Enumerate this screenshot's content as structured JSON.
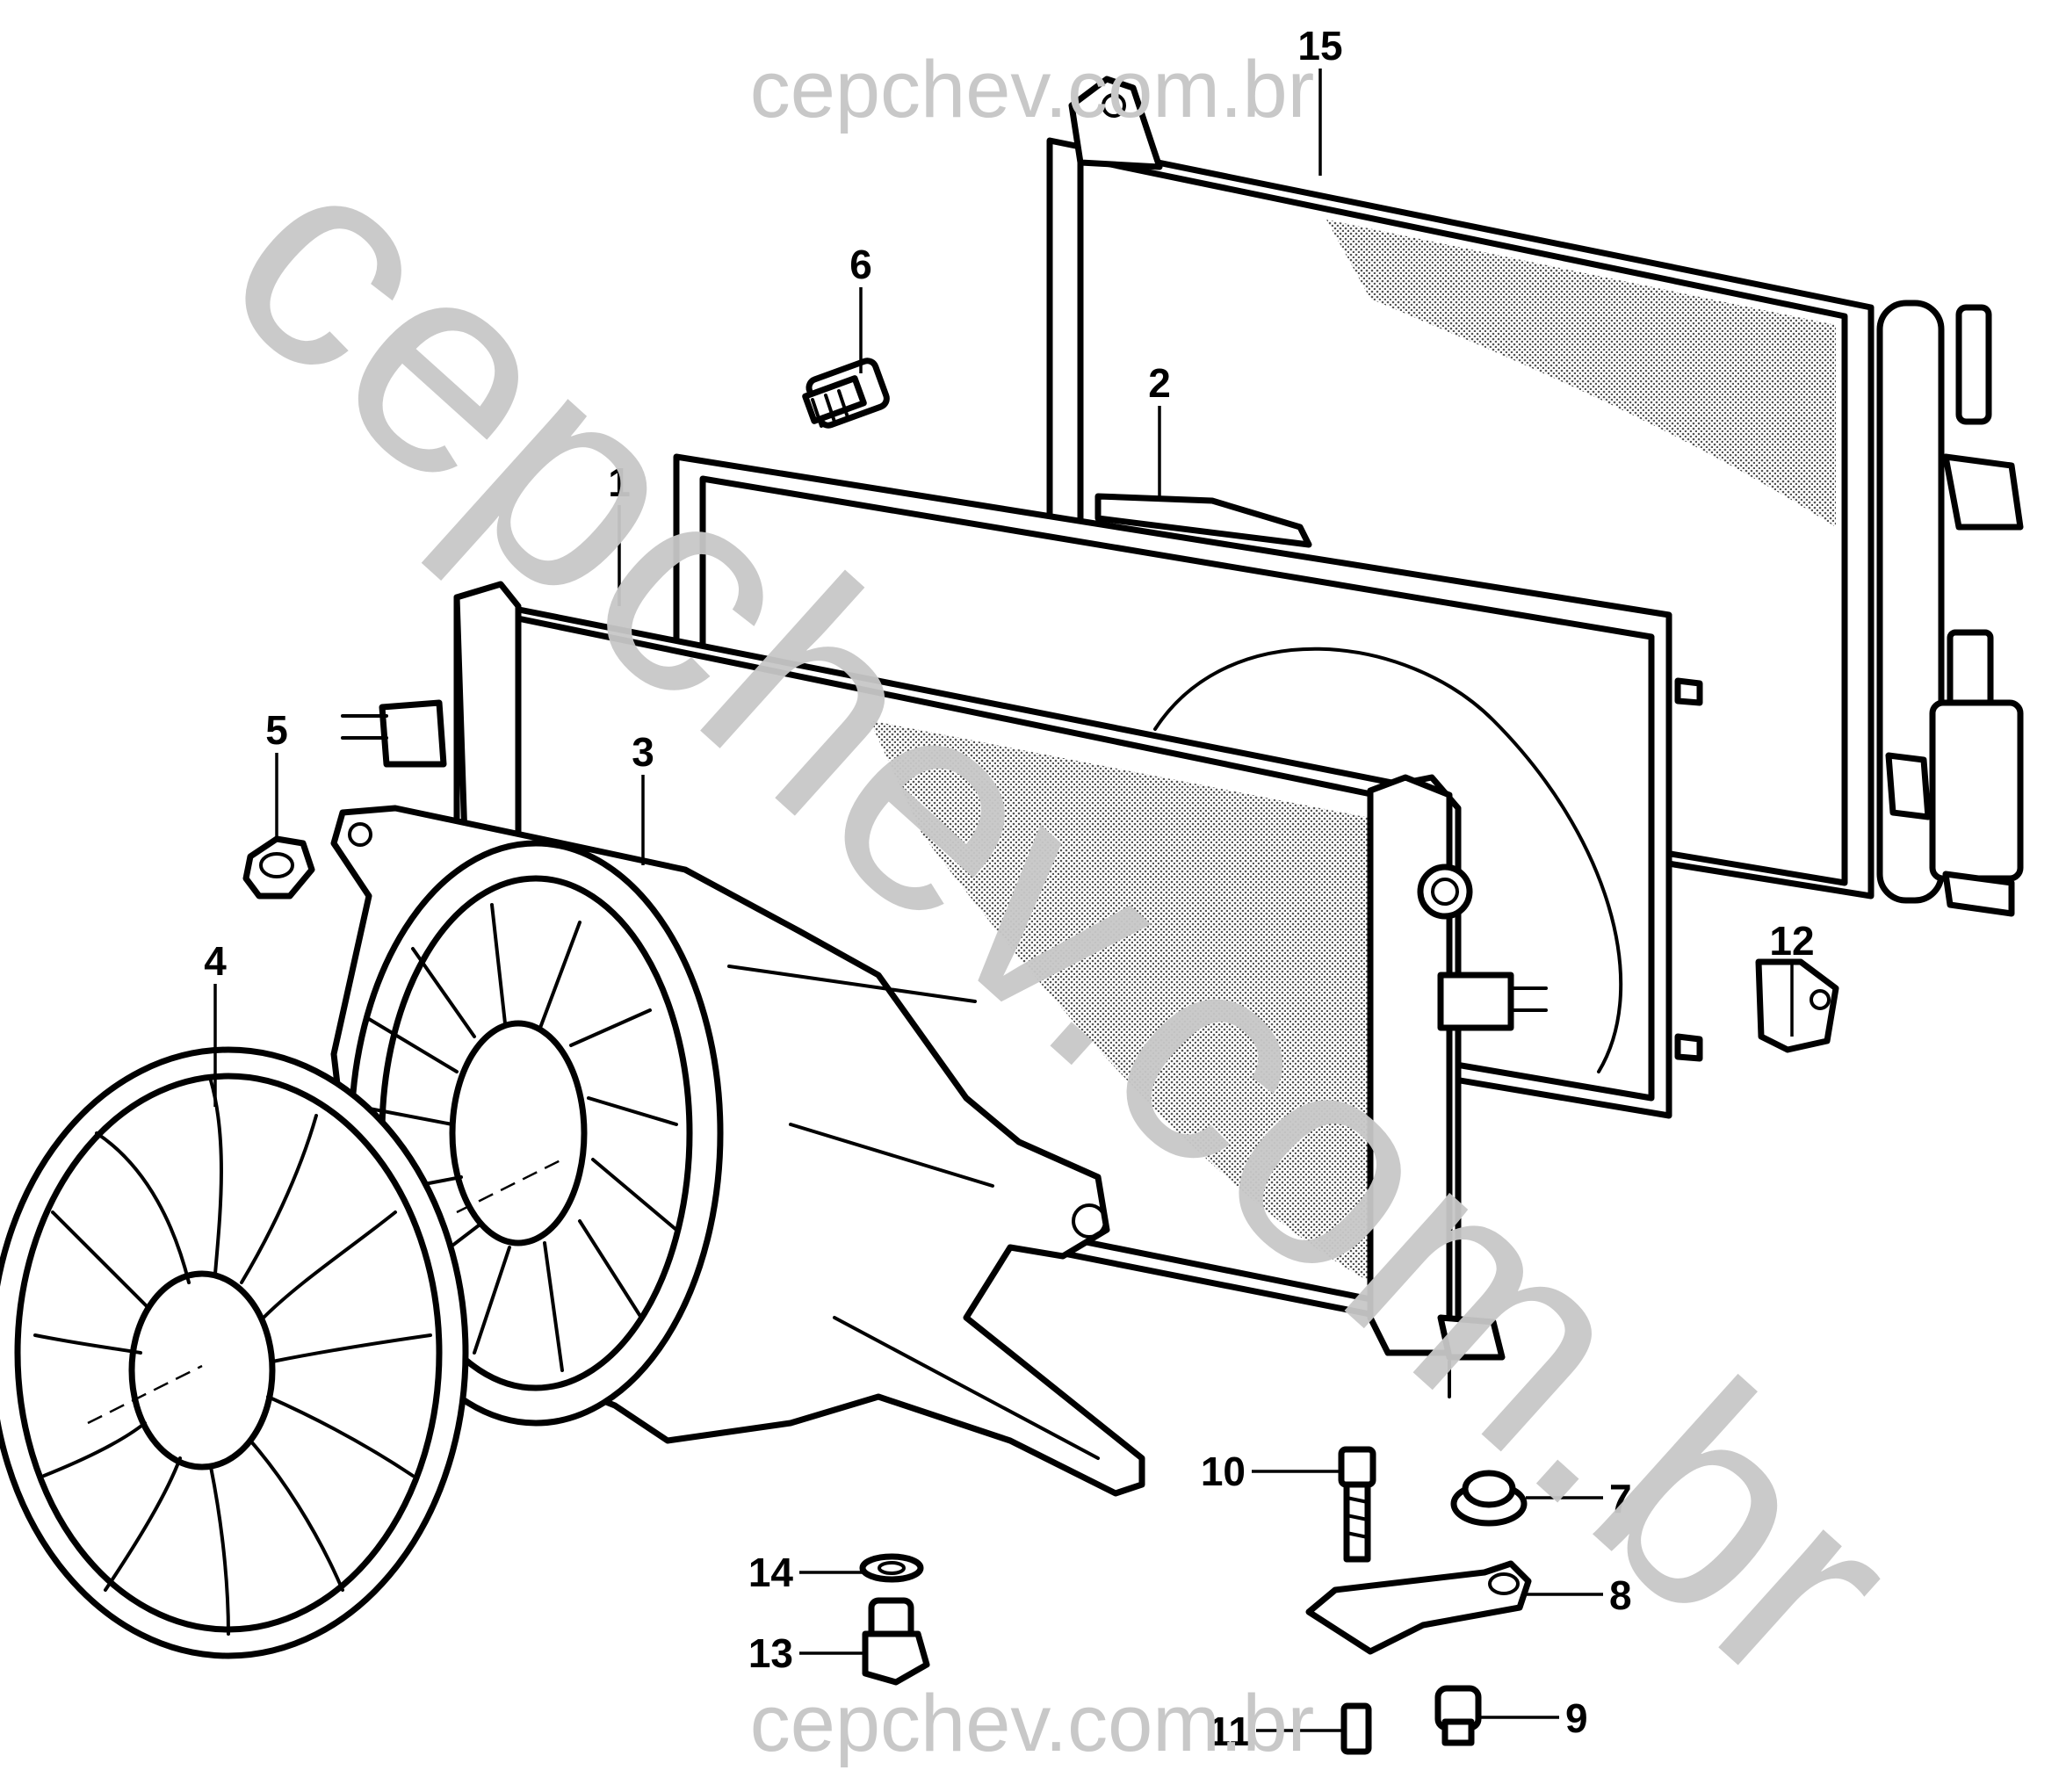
{
  "watermarks": {
    "top": "cepchev.com.br",
    "bottom": "cepchev.com.br",
    "diagonal": "cepchev.com.br"
  },
  "callouts": [
    {
      "id": "c1",
      "label": "1"
    },
    {
      "id": "c2",
      "label": "2"
    },
    {
      "id": "c3",
      "label": "3"
    },
    {
      "id": "c4",
      "label": "4"
    },
    {
      "id": "c5",
      "label": "5"
    },
    {
      "id": "c6",
      "label": "6"
    },
    {
      "id": "c7",
      "label": "7"
    },
    {
      "id": "c8",
      "label": "8"
    },
    {
      "id": "c9",
      "label": "9"
    },
    {
      "id": "c10",
      "label": "10"
    },
    {
      "id": "c11",
      "label": "11"
    },
    {
      "id": "c12",
      "label": "12"
    },
    {
      "id": "c13",
      "label": "13"
    },
    {
      "id": "c14",
      "label": "14"
    },
    {
      "id": "c15",
      "label": "15"
    }
  ]
}
